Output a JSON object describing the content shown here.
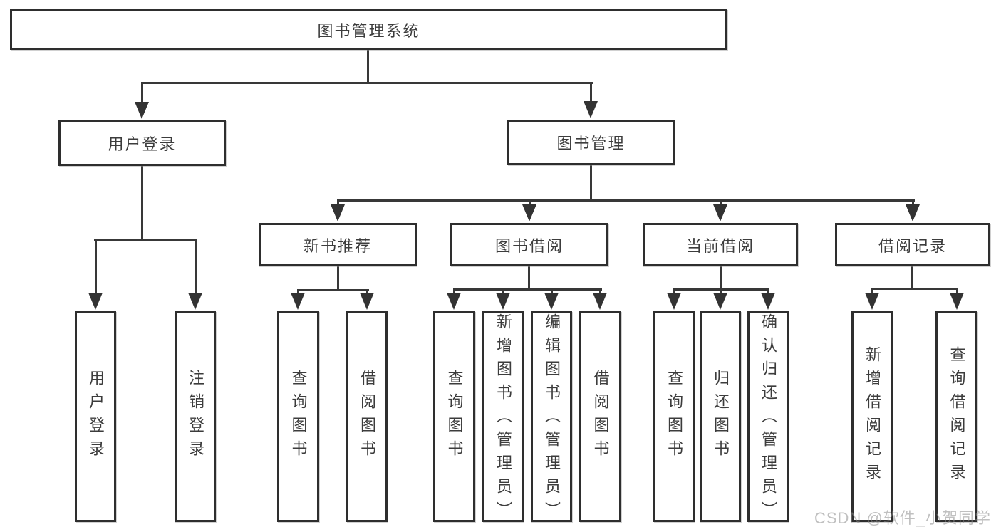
{
  "diagram": {
    "title": "图书管理系统",
    "root": {
      "label": "图书管理系统"
    },
    "level2": [
      {
        "label": "用户登录",
        "children": [
          {
            "label": "用户登录"
          },
          {
            "label": "注销登录"
          }
        ]
      },
      {
        "label": "图书管理",
        "children": [
          {
            "label": "新书推荐",
            "children": [
              {
                "label": "查询图书"
              },
              {
                "label": "借阅图书"
              }
            ]
          },
          {
            "label": "图书借阅",
            "children": [
              {
                "label": "查询图书"
              },
              {
                "label": "新增图书（管理员）"
              },
              {
                "label": "编辑图书（管理员）"
              },
              {
                "label": "借阅图书"
              }
            ]
          },
          {
            "label": "当前借阅",
            "children": [
              {
                "label": "查询图书"
              },
              {
                "label": "归还图书"
              },
              {
                "label": "确认归还（管理员）"
              }
            ]
          },
          {
            "label": "借阅记录",
            "children": [
              {
                "label": "新增借阅记录"
              },
              {
                "label": "查询借阅记录"
              }
            ]
          }
        ]
      }
    ]
  },
  "watermark": "CSDN @软件_小贺同学",
  "colors": {
    "line": "#383838",
    "box_border": "#2e2e2e",
    "text": "#3c3c3c",
    "watermark": "#8c8c8c",
    "background": "#ffffff"
  }
}
